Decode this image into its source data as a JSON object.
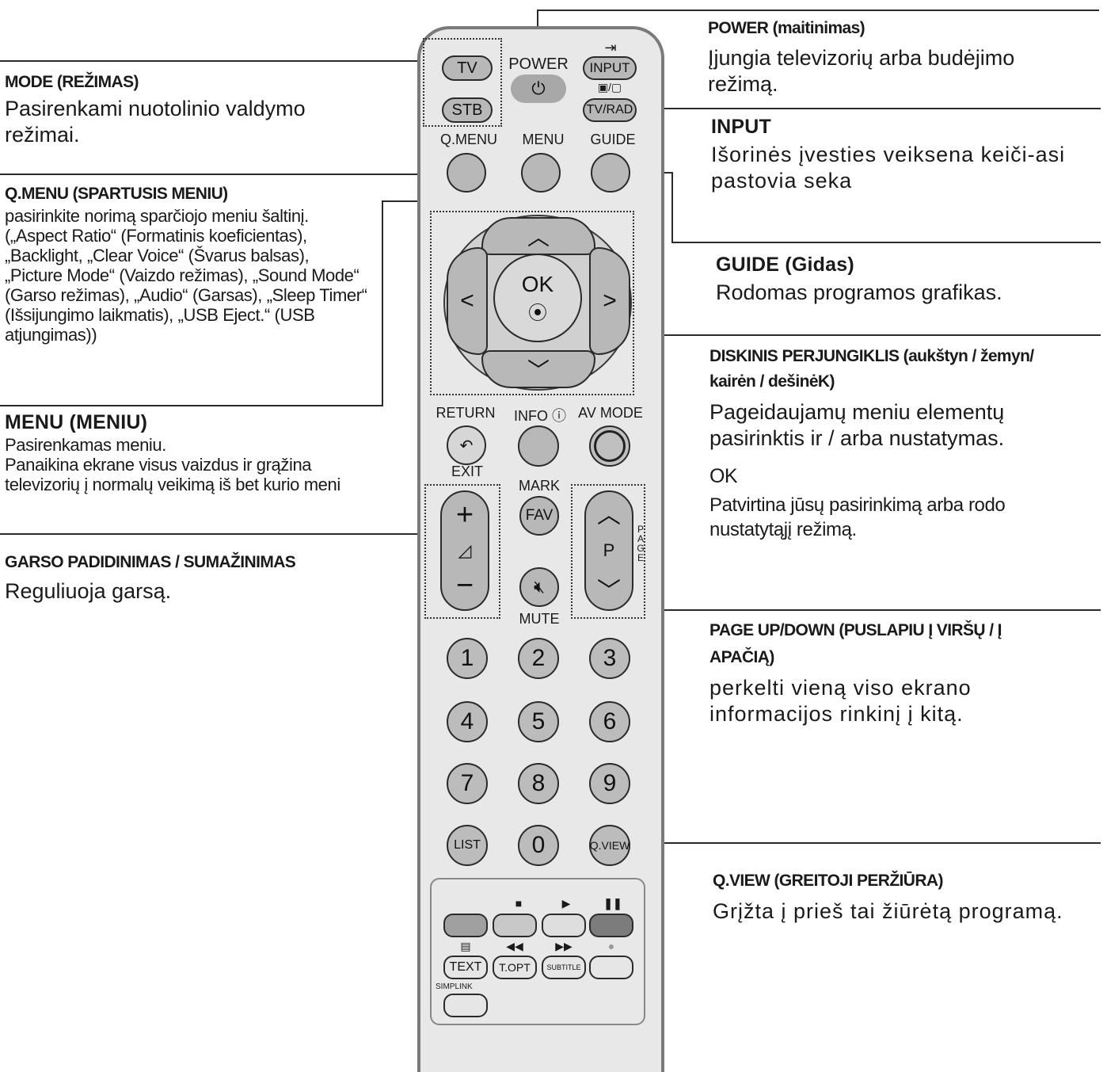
{
  "callouts": {
    "mode": {
      "title": "MODE (REŽIMAS)",
      "body": "Pasirenkami nuotolinio valdymo režimai."
    },
    "qmenu": {
      "title": "Q.MENU (SPARTUSIS MENIU)",
      "body": "pasirinkite norimą sparčiojo meniu šaltinį. („Aspect Ratio“ (Formatinis koeficientas), „Backlight, „Clear Voice“ (Švarus balsas), „Picture Mode“ (Vaizdo režimas), „Sound Mode“ (Garso režimas), „Audio“ (Garsas), „Sleep Timer“ (Išsijungimo laikmatis), „USB Eject.“ (USB atjungimas))"
    },
    "menu": {
      "title": "MENU (MENIU)",
      "body1": "Pasirenkamas meniu.",
      "body2": "Panaikina ekrane visus vaizdus ir grąžina televizorių į normalų veikimą iš bet kurio meni"
    },
    "volume": {
      "title": "GARSO PADIDINIMAS / SUMAŽINIMAS",
      "body": "Reguliuoja garsą."
    },
    "power": {
      "title": "POWER (maitinimas)",
      "body": "Įjungia televizorių arba budėjimo režimą."
    },
    "input": {
      "title": "INPUT",
      "body": "Išorinės įvesties veiksena keiči-asi pastovia seka"
    },
    "guide": {
      "title": "GUIDE (Gidas)",
      "body": "Rodomas programos grafikas."
    },
    "dpad": {
      "title1": "DISKINIS PERJUNGIKLIS (aukštyn / žemyn/",
      "title2": "kairėn / dešinėK)",
      "body": "Pageidaujamų meniu elementų pasirinktis ir / arba nustatymas."
    },
    "ok": {
      "title": "OK",
      "body": "Patvirtina jūsų pasirinkimą arba rodo nustatytąjį režimą."
    },
    "page": {
      "title1": "PAGE UP/DOWN (PUSLAPIU Į VIRŠŲ / Į",
      "title2": "APAČIĄ)",
      "body": "perkelti vieną viso ekrano informacijos rinkinį į kitą."
    },
    "qview": {
      "title": "Q.VIEW (GREITOJI PERŽIŪRA)",
      "body": "Grįžta į prieš tai žiūrėtą programą."
    }
  },
  "remote": {
    "tv": "TV",
    "stb": "STB",
    "power": "POWER",
    "input": "INPUT",
    "tvrad": "TV/RAD",
    "qmenu": "Q.MENU",
    "menu": "MENU",
    "guide": "GUIDE",
    "ok": "OK",
    "return": "RETURN",
    "info": "INFO ⓘ",
    "avmode": "AV MODE",
    "exit": "EXIT",
    "mark": "MARK",
    "fav": "FAV",
    "mute": "MUTE",
    "p": "P",
    "page_vert": "PAGE",
    "nums": [
      "1",
      "2",
      "3",
      "4",
      "5",
      "6",
      "7",
      "8",
      "9"
    ],
    "list": "LIST",
    "zero": "0",
    "qview": "Q.VIEW",
    "text": "TEXT",
    "topt": "T.OPT",
    "subtitle": "SUBTITLE",
    "simplink": "SIMPLINK"
  }
}
